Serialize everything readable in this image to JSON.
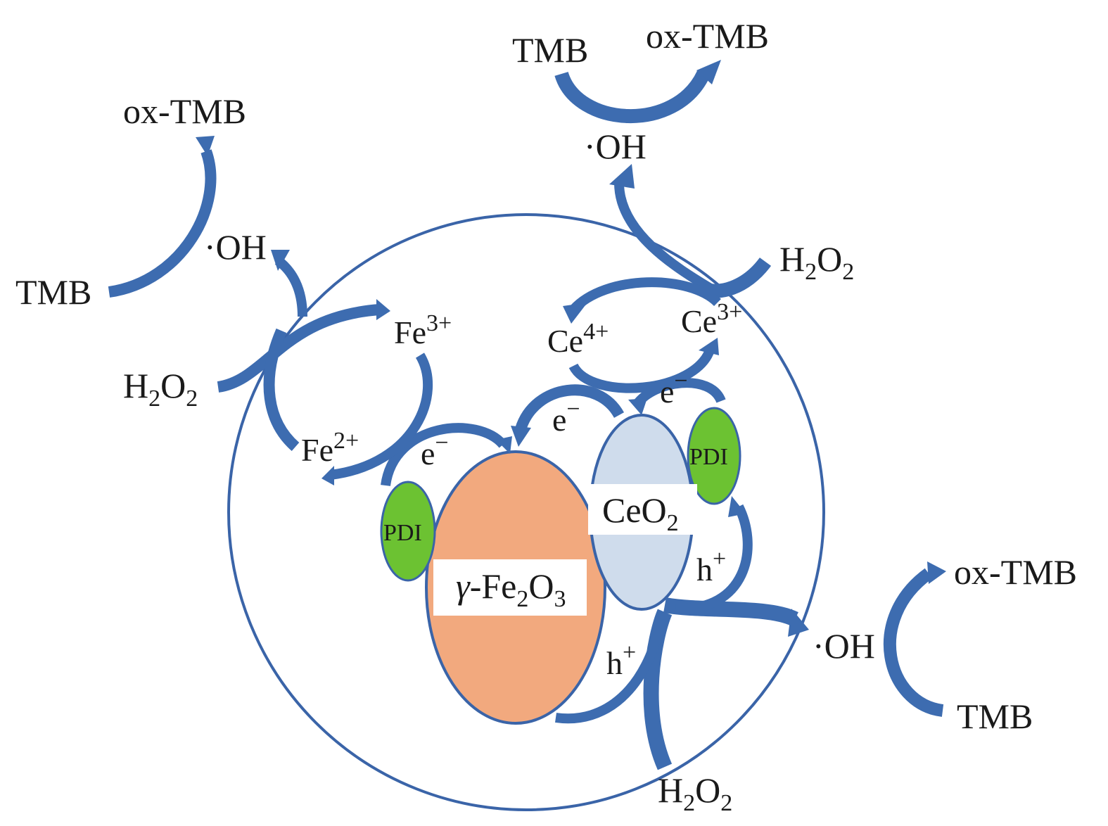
{
  "diagram": {
    "title": "gamma-Fe2O3 / CeO2 / PDI peroxidase-like catalytic mechanism",
    "colors": {
      "arrow": "#3d6cb0",
      "outline": "#3a64a8",
      "fe2o3_fill": "#f2a97e",
      "ceo2_fill": "#cfdcec",
      "pdi_fill": "#6cc232",
      "label_box": "#ffffff",
      "text": "#1a1a1a"
    },
    "particles": {
      "fe2o3": {
        "prefix": "γ",
        "base": "-Fe",
        "sub1": "2",
        "mid": "O",
        "sub2": "3"
      },
      "ceo2": {
        "base": "CeO",
        "sub": "2"
      },
      "pdi_left": "PDI",
      "pdi_right": "PDI"
    },
    "labels": {
      "top_tmb": "TMB",
      "top_ox_tmb": "ox-TMB",
      "top_oh": "·OH",
      "left_ox_tmb": "ox-TMB",
      "left_oh": "·OH",
      "left_tmb": "TMB",
      "left_h2o2": {
        "a": "H",
        "sub1": "2",
        "b": "O",
        "sub2": "2"
      },
      "fe3": {
        "base": "Fe",
        "sup": "3+"
      },
      "fe2": {
        "base": "Fe",
        "sup": "2+"
      },
      "ce4": {
        "base": "Ce",
        "sup": "4+"
      },
      "ce3": {
        "base": "Ce",
        "sup": "3+"
      },
      "right_h2o2": {
        "a": "H",
        "sub1": "2",
        "b": "O",
        "sub2": "2"
      },
      "e_left": {
        "base": "e",
        "sup": "−"
      },
      "e_mid": {
        "base": "e",
        "sup": "−"
      },
      "e_right": {
        "base": "e",
        "sup": "−"
      },
      "h_upper": {
        "base": "h",
        "sup": "+"
      },
      "h_lower": {
        "base": "h",
        "sup": "+"
      },
      "right_oh": "·OH",
      "right_ox_tmb": "ox-TMB",
      "right_tmb": "TMB",
      "bottom_h2o2": {
        "a": "H",
        "sub1": "2",
        "b": "O",
        "sub2": "2"
      }
    }
  }
}
